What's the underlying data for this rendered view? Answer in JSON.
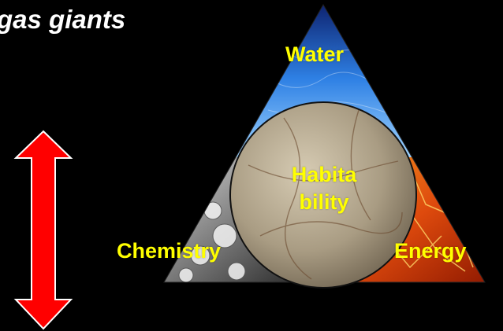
{
  "title": "gas giants",
  "labels": {
    "water": "Water",
    "habitability_line1": "Habita",
    "habitability_line2": "bility",
    "chemistry": "Chemistry",
    "energy": "Energy"
  },
  "colors": {
    "background": "#000000",
    "label": "#ffff00",
    "arrow": "#ff0000",
    "water": "#2f7fe0",
    "energy": "#e65a10",
    "chemistry": "#9a9a9a",
    "moon": "#a89c86"
  },
  "icons": {
    "arrow": "double-vertical-arrow-icon",
    "moon": "moon-sphere-icon"
  }
}
